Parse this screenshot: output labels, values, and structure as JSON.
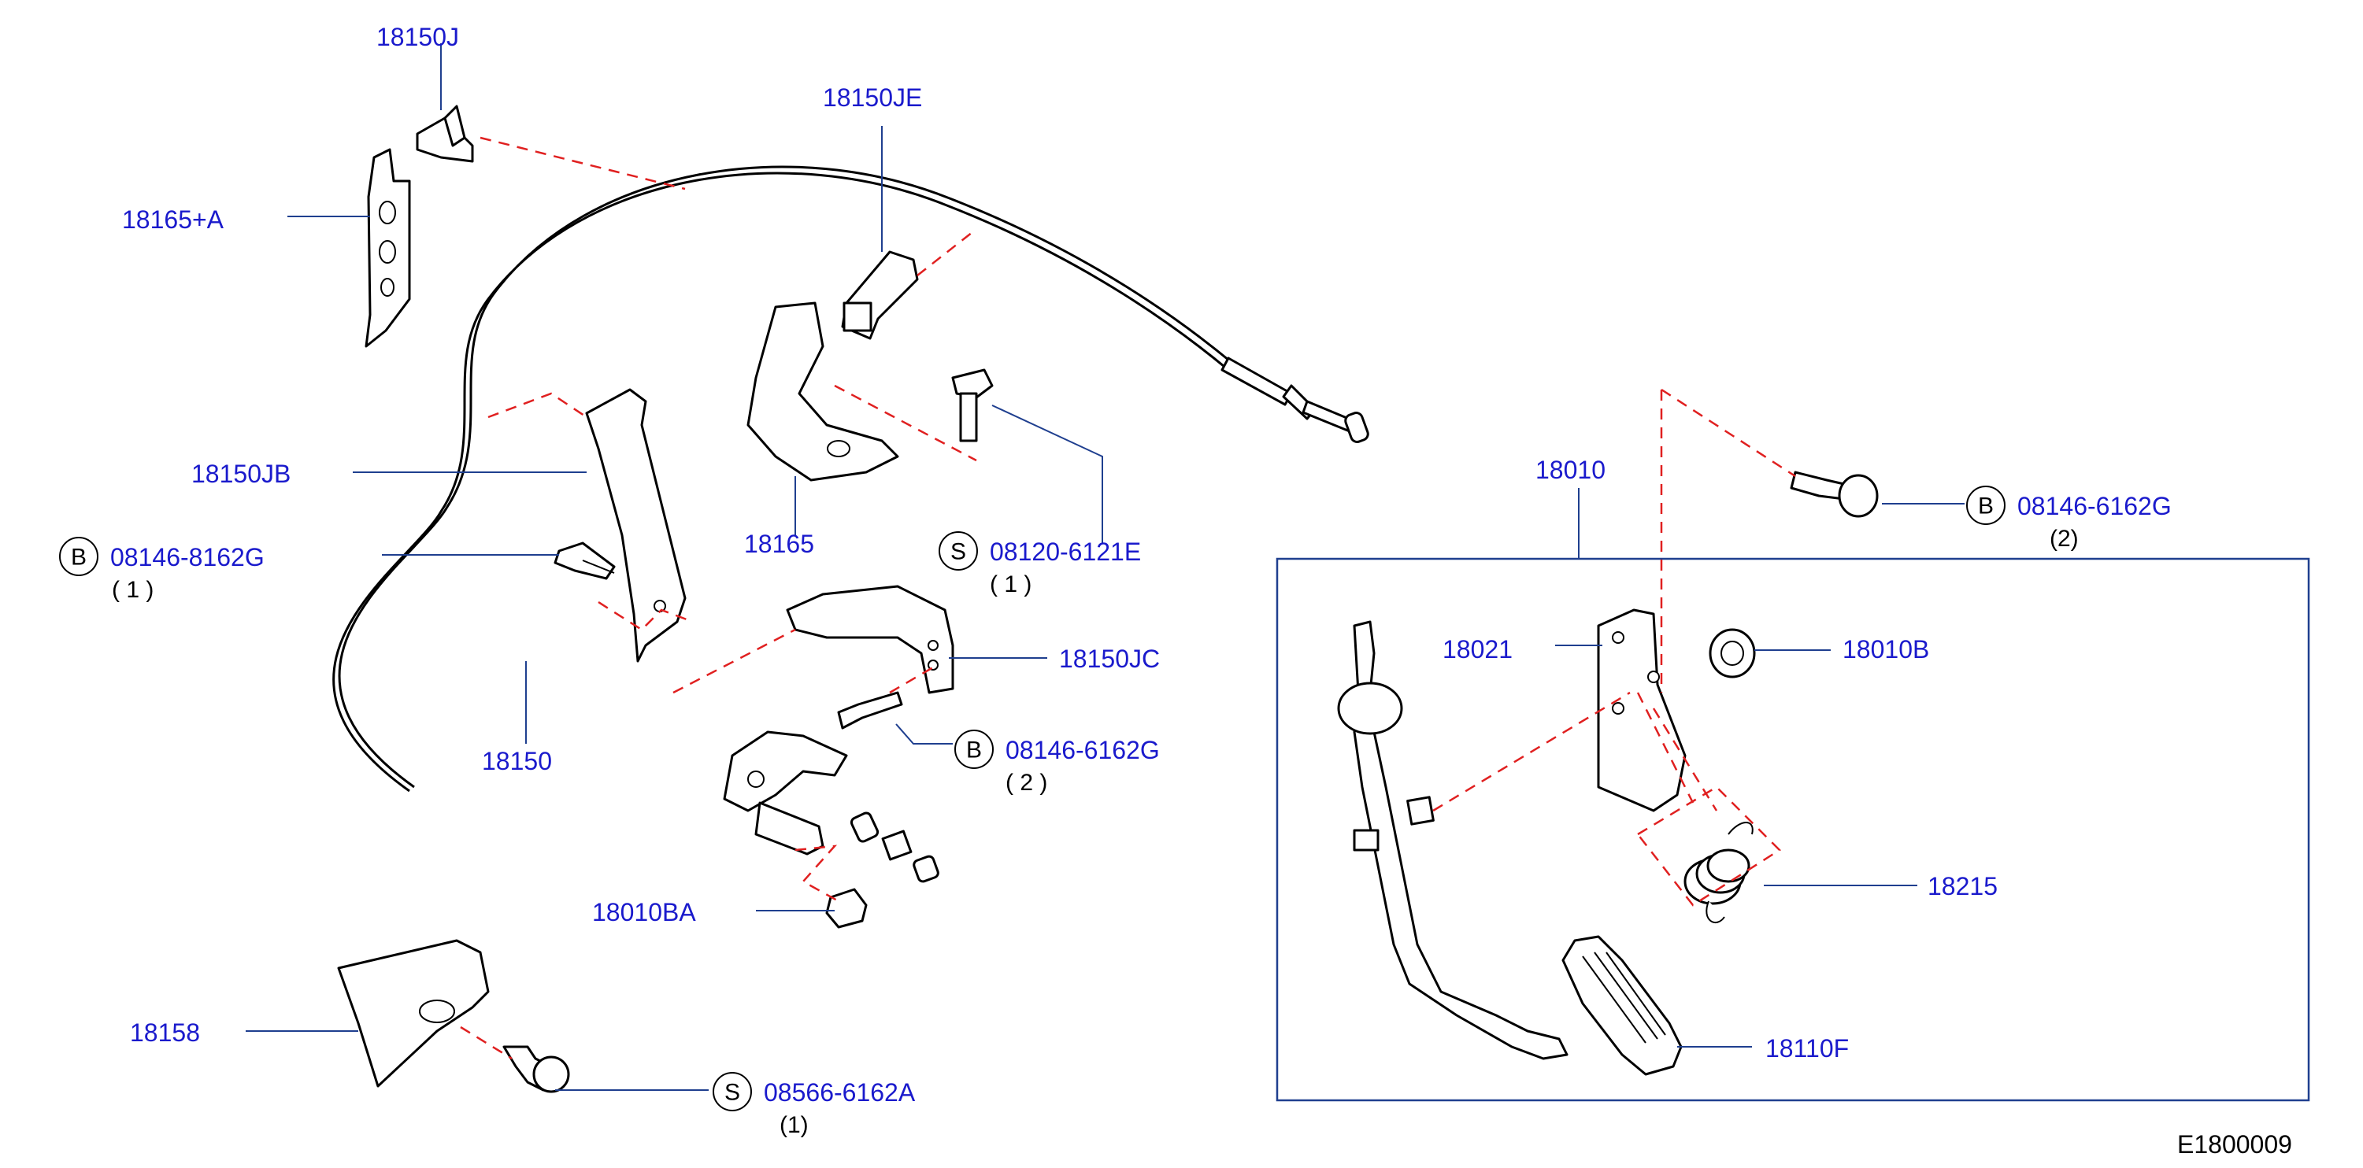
{
  "parts": {
    "p18150J": "18150J",
    "p18150JE": "18150JE",
    "p18165A": "18165+A",
    "p18150JB": "18150JB",
    "p18165": "18165",
    "p18150JC": "18150JC",
    "p18150": "18150",
    "p18010BA": "18010BA",
    "p18158": "18158",
    "p18010": "18010",
    "p18021": "18021",
    "p18010B": "18010B",
    "p18215": "18215",
    "p18110F": "18110F"
  },
  "fasteners": {
    "b1": {
      "type": "B",
      "code": "08146-8162G",
      "qty": "( 1 )"
    },
    "s1": {
      "type": "S",
      "code": "08120-6121E",
      "qty": "( 1 )"
    },
    "b2": {
      "type": "B",
      "code": "08146-6162G",
      "qty": "( 2 )"
    },
    "s2": {
      "type": "S",
      "code": "08566-6162A",
      "qty": "(1)"
    },
    "b3": {
      "type": "B",
      "code": "08146-6162G",
      "qty": "(2)"
    }
  },
  "diagram_ref": "E1800009"
}
